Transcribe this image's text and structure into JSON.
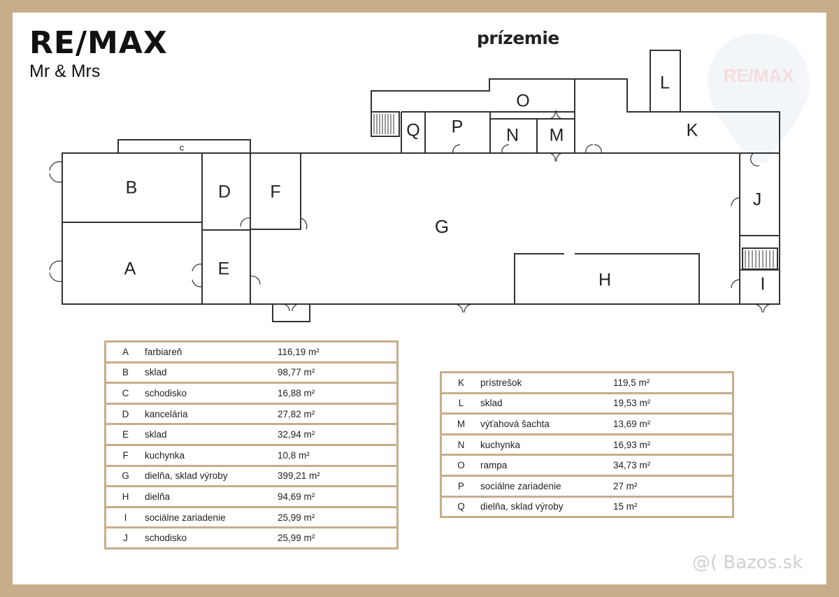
{
  "brand": {
    "logo": "RE/MAX",
    "agency": "Mr & Mrs",
    "balloon_text": "RE/MAX",
    "color_frame": "#c8ad8b",
    "color_balloon": "#e8eef4"
  },
  "floor": {
    "title": "prízemie"
  },
  "rooms": {
    "A": "A",
    "B": "B",
    "C": "c",
    "D": "D",
    "E": "E",
    "F": "F",
    "G": "G",
    "H": "H",
    "I": "I",
    "J": "J",
    "K": "K",
    "L": "L",
    "M": "M",
    "N": "N",
    "O": "O",
    "P": "P",
    "Q": "Q"
  },
  "legend_left": [
    {
      "code": "A",
      "name": "farbiareň",
      "area": "116,19 m²"
    },
    {
      "code": "B",
      "name": "sklad",
      "area": "98,77 m²"
    },
    {
      "code": "C",
      "name": "schodisko",
      "area": "16,88 m²"
    },
    {
      "code": "D",
      "name": "kancelária",
      "area": "27,82 m²"
    },
    {
      "code": "E",
      "name": "sklad",
      "area": "32,94 m²"
    },
    {
      "code": "F",
      "name": "kuchynka",
      "area": "10,8 m²"
    },
    {
      "code": "G",
      "name": "dielňa, sklad výroby",
      "area": "399,21 m²"
    },
    {
      "code": "H",
      "name": "dielňa",
      "area": "94,69 m²"
    },
    {
      "code": "I",
      "name": "sociálne zariadenie",
      "area": "25,99 m²"
    },
    {
      "code": "J",
      "name": "schodisko",
      "area": "25,99 m²"
    }
  ],
  "legend_right": [
    {
      "code": "K",
      "name": "prístrešok",
      "area": "119,5 m²"
    },
    {
      "code": "L",
      "name": "sklad",
      "area": "19,53 m²"
    },
    {
      "code": "M",
      "name": "výťahová šachta",
      "area": "13,69 m²"
    },
    {
      "code": "N",
      "name": "kuchynka",
      "area": "16,93 m²"
    },
    {
      "code": "O",
      "name": "rampa",
      "area": "34,73 m²"
    },
    {
      "code": "P",
      "name": "sociálne zariadenie",
      "area": "27 m²"
    },
    {
      "code": "Q",
      "name": "dielňa, sklad výroby",
      "area": "15 m²"
    }
  ],
  "watermark": "@( Bazos.sk"
}
